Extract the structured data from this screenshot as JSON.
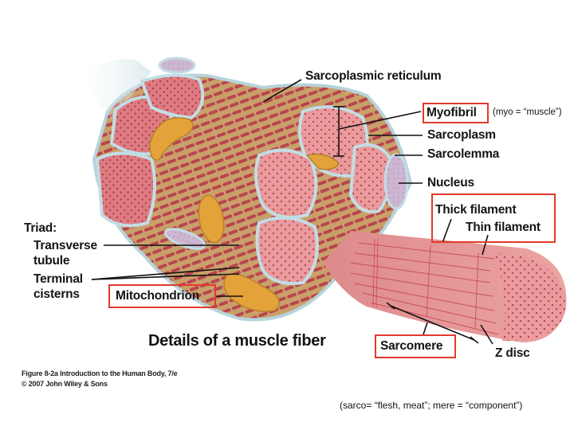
{
  "figure": {
    "title": "Details of a muscle fiber",
    "credit_line1": "Figure 8-2a  Introduction to the Human Body, 7/e",
    "credit_line2": "© 2007 John Wiley & Sons"
  },
  "labels": {
    "sarcoplasmic_reticulum": "Sarcoplasmic reticulum",
    "myofibril": "Myofibril",
    "myofibril_note": "(myo = “muscle”)",
    "sarcoplasm": "Sarcoplasm",
    "sarcolemma": "Sarcolemma",
    "nucleus": "Nucleus",
    "thick_filament": "Thick filament",
    "thin_filament": "Thin filament",
    "triad": "Triad:",
    "transverse_tubule_1": "Transverse",
    "transverse_tubule_2": "tubule",
    "terminal_cisterns_1": "Terminal",
    "terminal_cisterns_2": "cisterns",
    "mitochondrion": "Mitochondrion",
    "sarcomere": "Sarcomere",
    "z_disc": "Z disc"
  },
  "footnote": "(sarco= “flesh, meat”; mere = “component”)",
  "highlighted_terms": [
    "Myofibril",
    "Thick filament",
    "Thin filament",
    "Mitochondrion",
    "Sarcomere"
  ],
  "colors": {
    "highlight_box": "#e23a2c",
    "myofibril": "#d9737a",
    "mitochondrion": "#e3a33a",
    "sarcoplasmic_reticulum": "#c9a06a",
    "sarcolemma": "#c8dde3",
    "nucleus": "#c9b3cf"
  }
}
